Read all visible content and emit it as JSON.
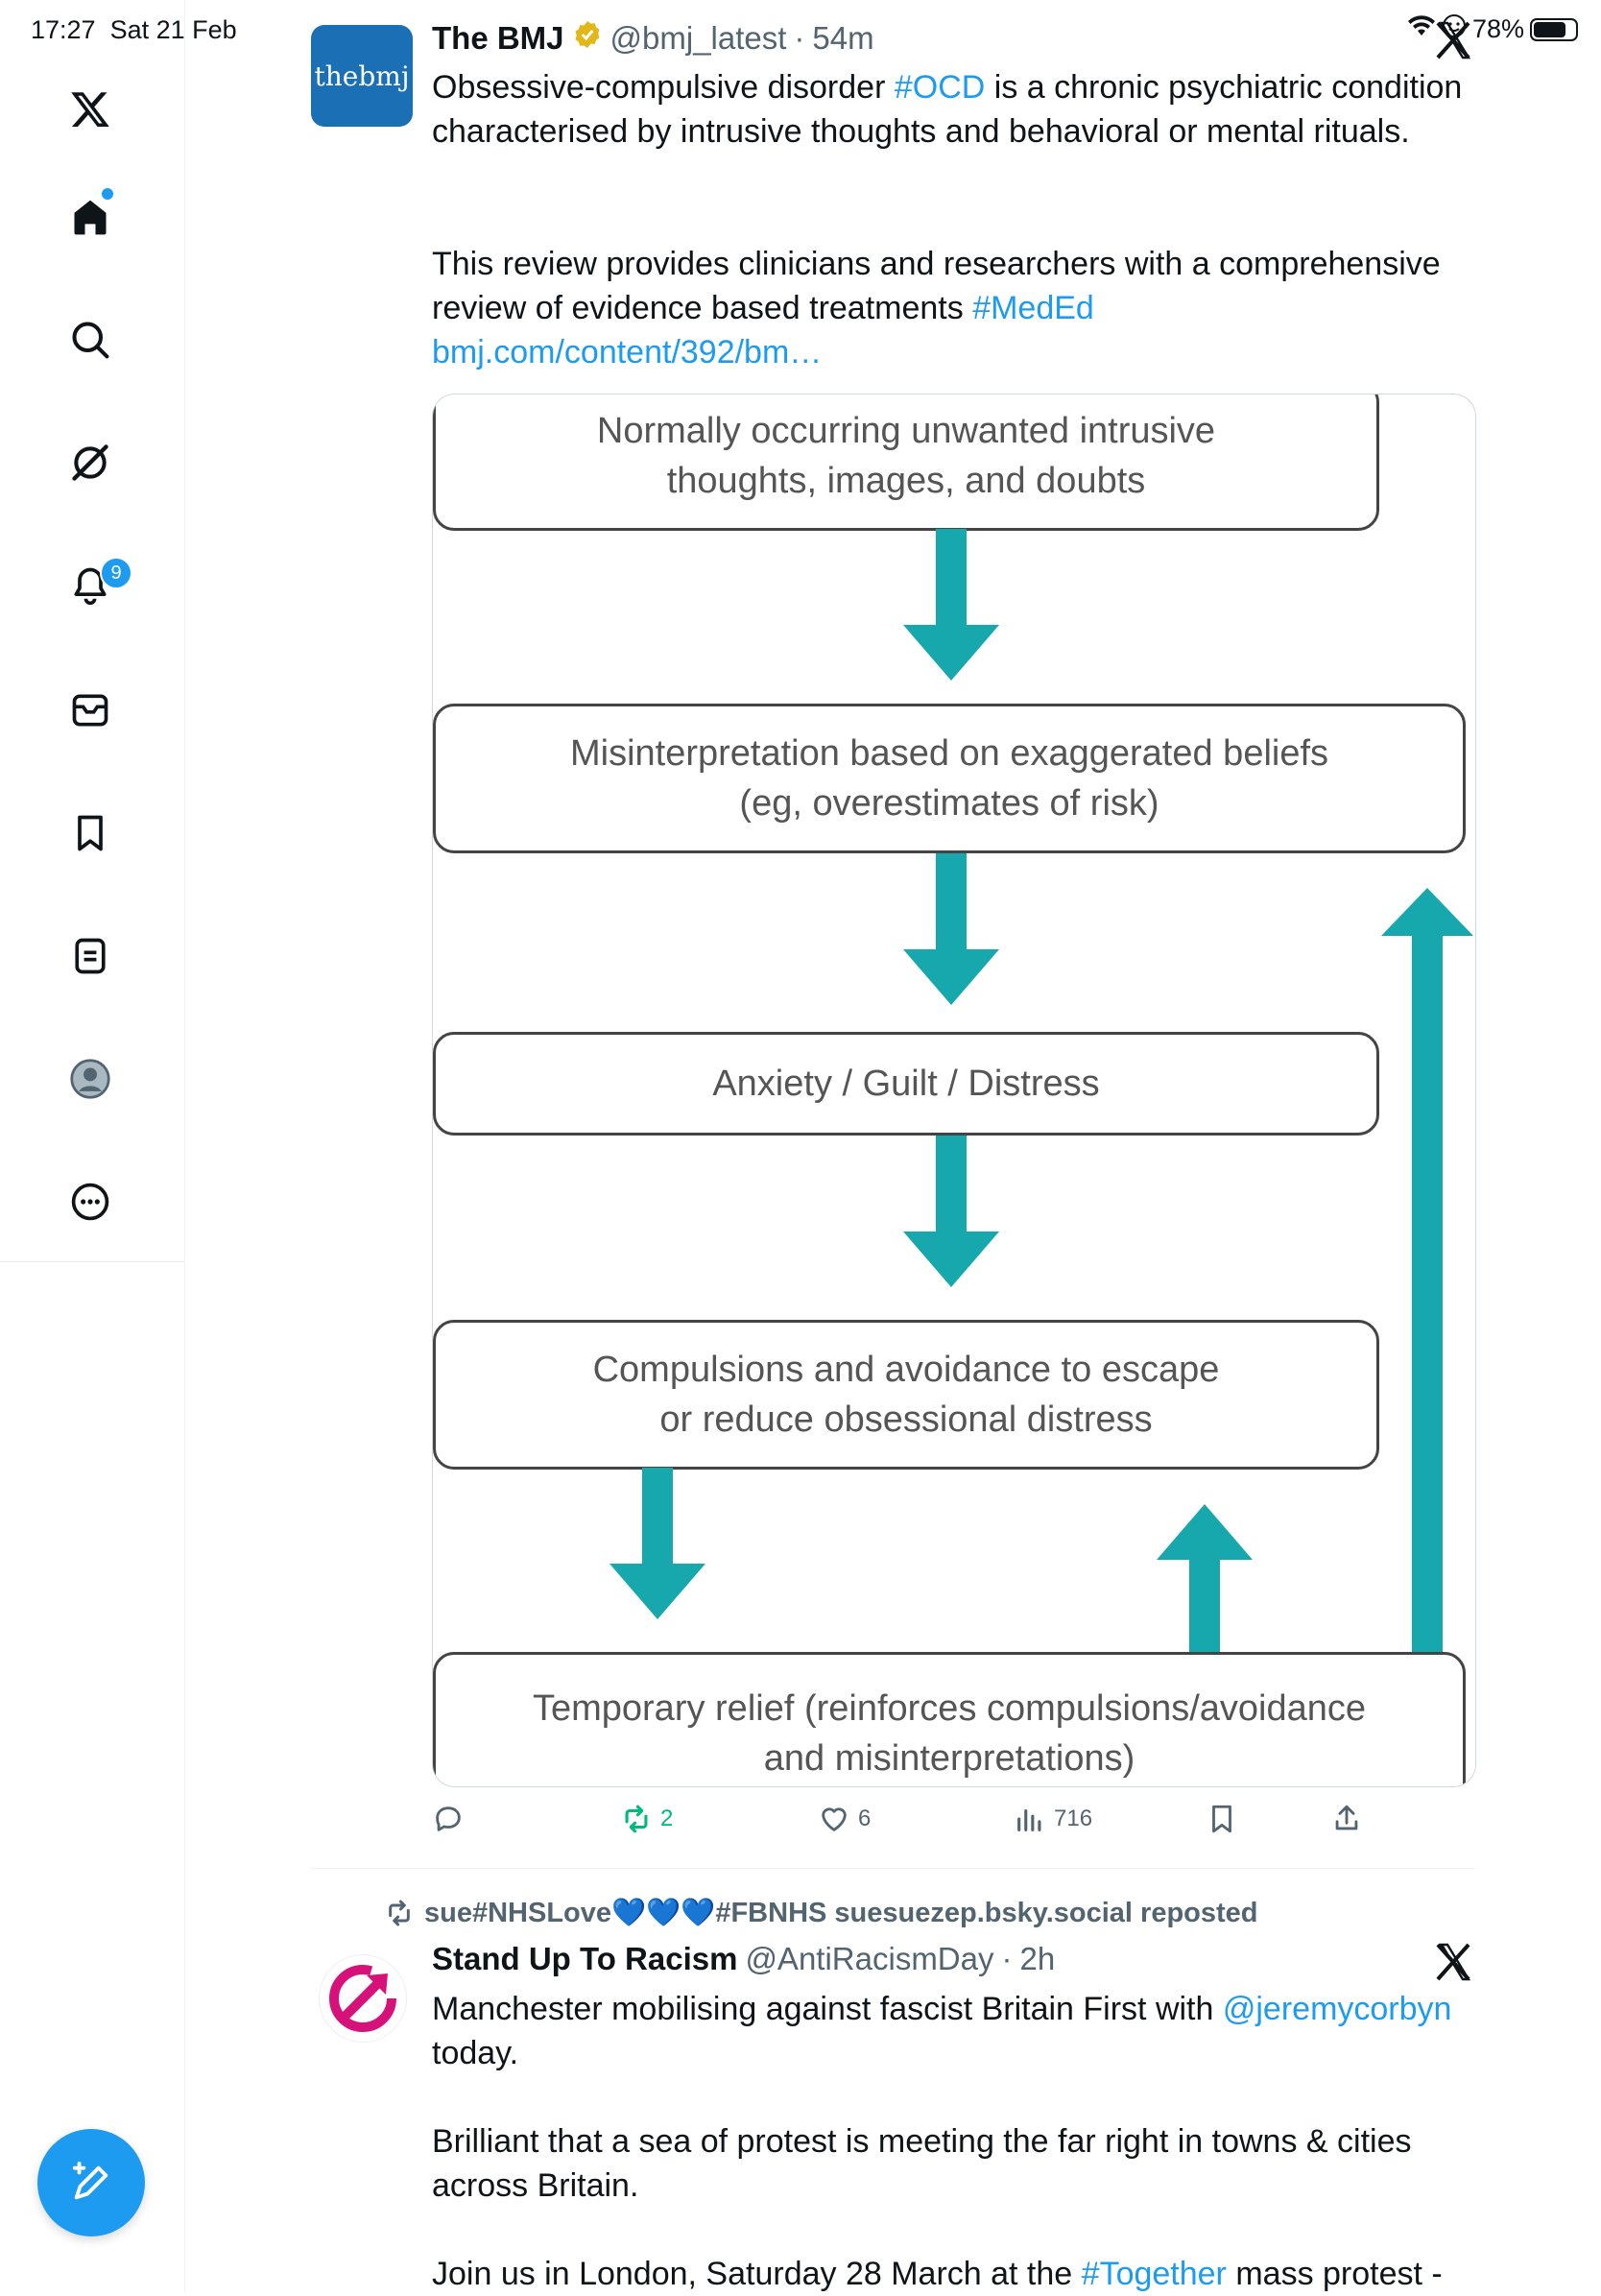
{
  "status": {
    "time": "17:27",
    "date": "Sat 21 Feb",
    "battery": "78%",
    "battery_level": 0.78
  },
  "sidebar": {
    "items": [
      {
        "name": "x-logo"
      },
      {
        "name": "home"
      },
      {
        "name": "search"
      },
      {
        "name": "grok"
      },
      {
        "name": "notifications"
      },
      {
        "name": "messages"
      },
      {
        "name": "bookmarks"
      },
      {
        "name": "lists"
      },
      {
        "name": "profile"
      },
      {
        "name": "more"
      }
    ],
    "notifications_badge": "9"
  },
  "tweet1": {
    "avatar_text": "thebmj",
    "name": "The BMJ",
    "handle": "@bmj_latest",
    "dot": "·",
    "time": "54m",
    "line1_pre": "Obsessive-compulsive disorder ",
    "hashtag1": "#OCD",
    "line1_post": " is a chronic psychiatric condition characterised by intrusive thoughts and behavioral or mental rituals.",
    "line2_pre": "This review provides clinicians and researchers with a comprehensive review of evidence based treatments ",
    "hashtag2": "#MedEd",
    "link": "bmj.com/content/392/bm…",
    "diagram": {
      "box1": "Normally occurring unwanted intrusive thoughts, images, and doubts",
      "box2a": "Misinterpretation based on exaggerated beliefs",
      "box2b": "(eg, overestimates of risk)",
      "box3": "Anxiety / Guilt / Distress",
      "box4a": "Compulsions and avoidance to escape",
      "box4b": "or reduce obsessional distress",
      "box5a": "Temporary relief (reinforces compulsions/avoidance",
      "box5b": "and misinterpretations)",
      "arrow_color": "#16a8ad"
    },
    "actions": {
      "reposts": "2",
      "likes": "6",
      "views": "716"
    }
  },
  "tweet2": {
    "reposted_by": "sue#NHSLove💙💙💙#FBNHS suesuezep.bsky.social reposted",
    "name": "Stand Up To Racism",
    "handle": "@AntiRacismDay",
    "dot": "·",
    "time": "2h",
    "line1_pre": "Manchester mobilising against fascist Britain First with ",
    "mention": "@jeremycorbyn",
    "line1_post": " today.",
    "line2": "Brilliant that a sea of protest is meeting the far right in towns & cities across Britain.",
    "line3_pre": "Join us in London, Saturday 28 March at the ",
    "hashtag": "#Together",
    "line3_post": " mass protest -"
  },
  "colors": {
    "accent": "#1d9bf0",
    "repost_green": "#00ba7c",
    "bmj_blue": "#1b6fb4",
    "sutr_magenta": "#d6127a"
  }
}
